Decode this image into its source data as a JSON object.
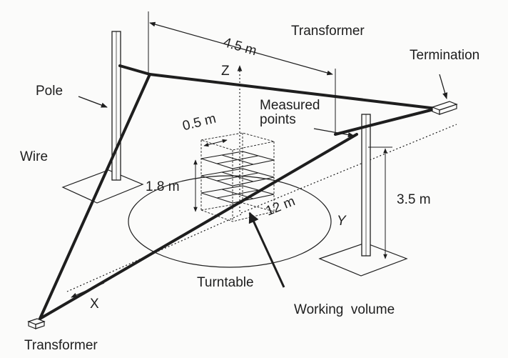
{
  "labels": {
    "transformer_top": "Transformer",
    "transformer_bottom": "Transformer",
    "termination": "Termination",
    "pole": "Pole",
    "wire": "Wire",
    "measured_points": "Measured\npoints",
    "turntable": "Turntable",
    "working_volume": "Working  volume",
    "axis_x": "X",
    "axis_y": "Y",
    "axis_z": "Z",
    "dim_pole_spacing": "4.5 m",
    "dim_grid": "0.5 m",
    "dim_volume_height": "1.8 m",
    "dim_length": "12 m",
    "dim_pole_height": "3.5 m"
  },
  "colors": {
    "ink": "#1e1e1e",
    "paper": "#fbfbfa"
  }
}
